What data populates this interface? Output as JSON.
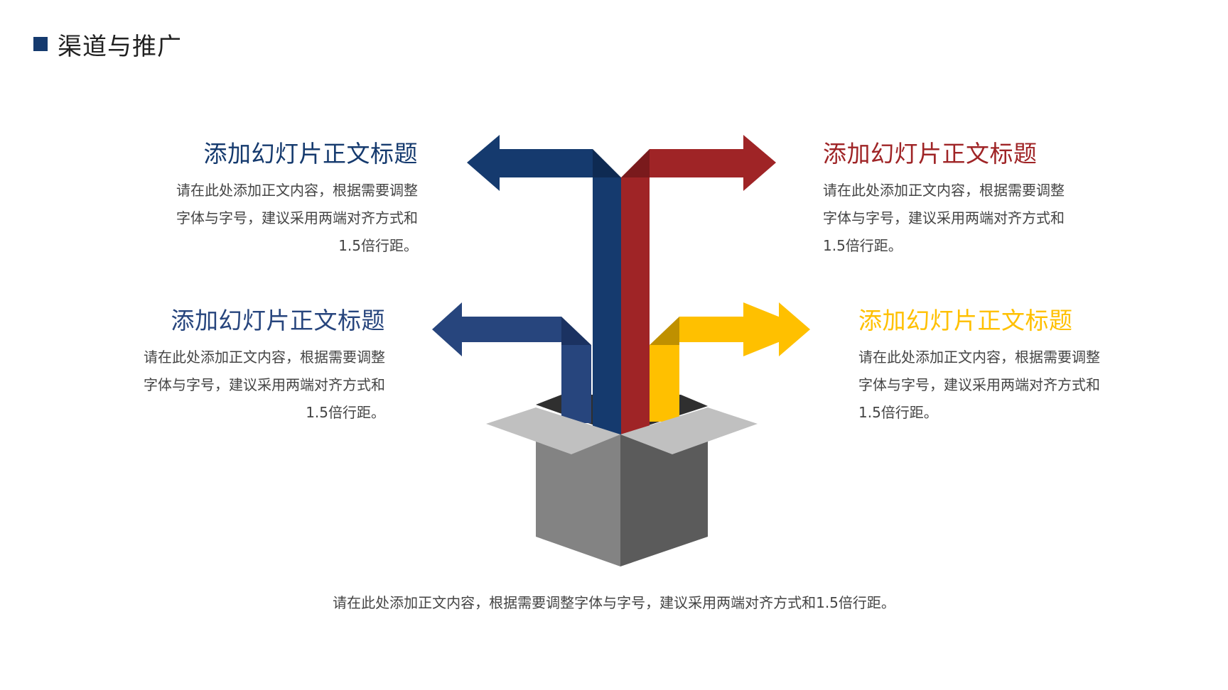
{
  "header": {
    "title": "渠道与推广"
  },
  "colors": {
    "accent": "#153a6e",
    "navy": "#153a6e",
    "blue": "#27457d",
    "red": "#9f2426",
    "yellow": "#ffc000",
    "box_light": "#838383",
    "box_dark": "#5b5b5b",
    "flap": "#c0c0c0"
  },
  "blocks": [
    {
      "id": "top-left",
      "heading": "添加幻灯片正文标题",
      "body_line1": "请在此处添加正文内容，根据需要调整",
      "body_line2": "字体与字号，建议采用两端对齐方式和",
      "body_line3": "1.5倍行距。",
      "color": "#153a6e"
    },
    {
      "id": "bottom-left",
      "heading": "添加幻灯片正文标题",
      "body_line1": "请在此处添加正文内容，根据需要调整",
      "body_line2": "字体与字号，建议采用两端对齐方式和",
      "body_line3": "1.5倍行距。",
      "color": "#27457d"
    },
    {
      "id": "top-right",
      "heading": "添加幻灯片正文标题",
      "body_line1": "请在此处添加正文内容，根据需要调整",
      "body_line2": "字体与字号，建议采用两端对齐方式和",
      "body_line3": "1.5倍行距。",
      "color": "#9f2426"
    },
    {
      "id": "bottom-right",
      "heading": "添加幻灯片正文标题",
      "body_line1": "请在此处添加正文内容，根据需要调整",
      "body_line2": "字体与字号，建议采用两端对齐方式和",
      "body_line3": "1.5倍行距。",
      "color": "#ffc000"
    }
  ],
  "footer": {
    "text": "请在此处添加正文内容，根据需要调整字体与字号，建议采用两端对齐方式和1.5倍行距。"
  }
}
